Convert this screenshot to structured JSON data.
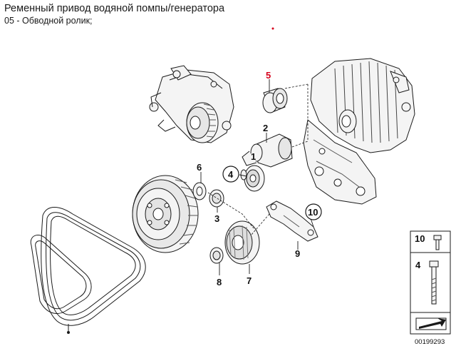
{
  "header": {
    "title": "Ременный привод водяной помпы/генератора",
    "subtitle": "05 - Обводной ролик;"
  },
  "callouts": {
    "c1": "1",
    "c2": "2",
    "c3": "3",
    "c4": "4",
    "c5": "5",
    "c6": "6",
    "c7": "7",
    "c8": "8",
    "c9": "9",
    "c10": "10"
  },
  "legend": {
    "item_a": "10",
    "item_b": "4"
  },
  "diagram_id": "00199293",
  "colors": {
    "highlight": "#d6001c",
    "line": "#1a1a1a",
    "part_fill": "#f4f4f4",
    "shade": "#cfcfcf"
  }
}
